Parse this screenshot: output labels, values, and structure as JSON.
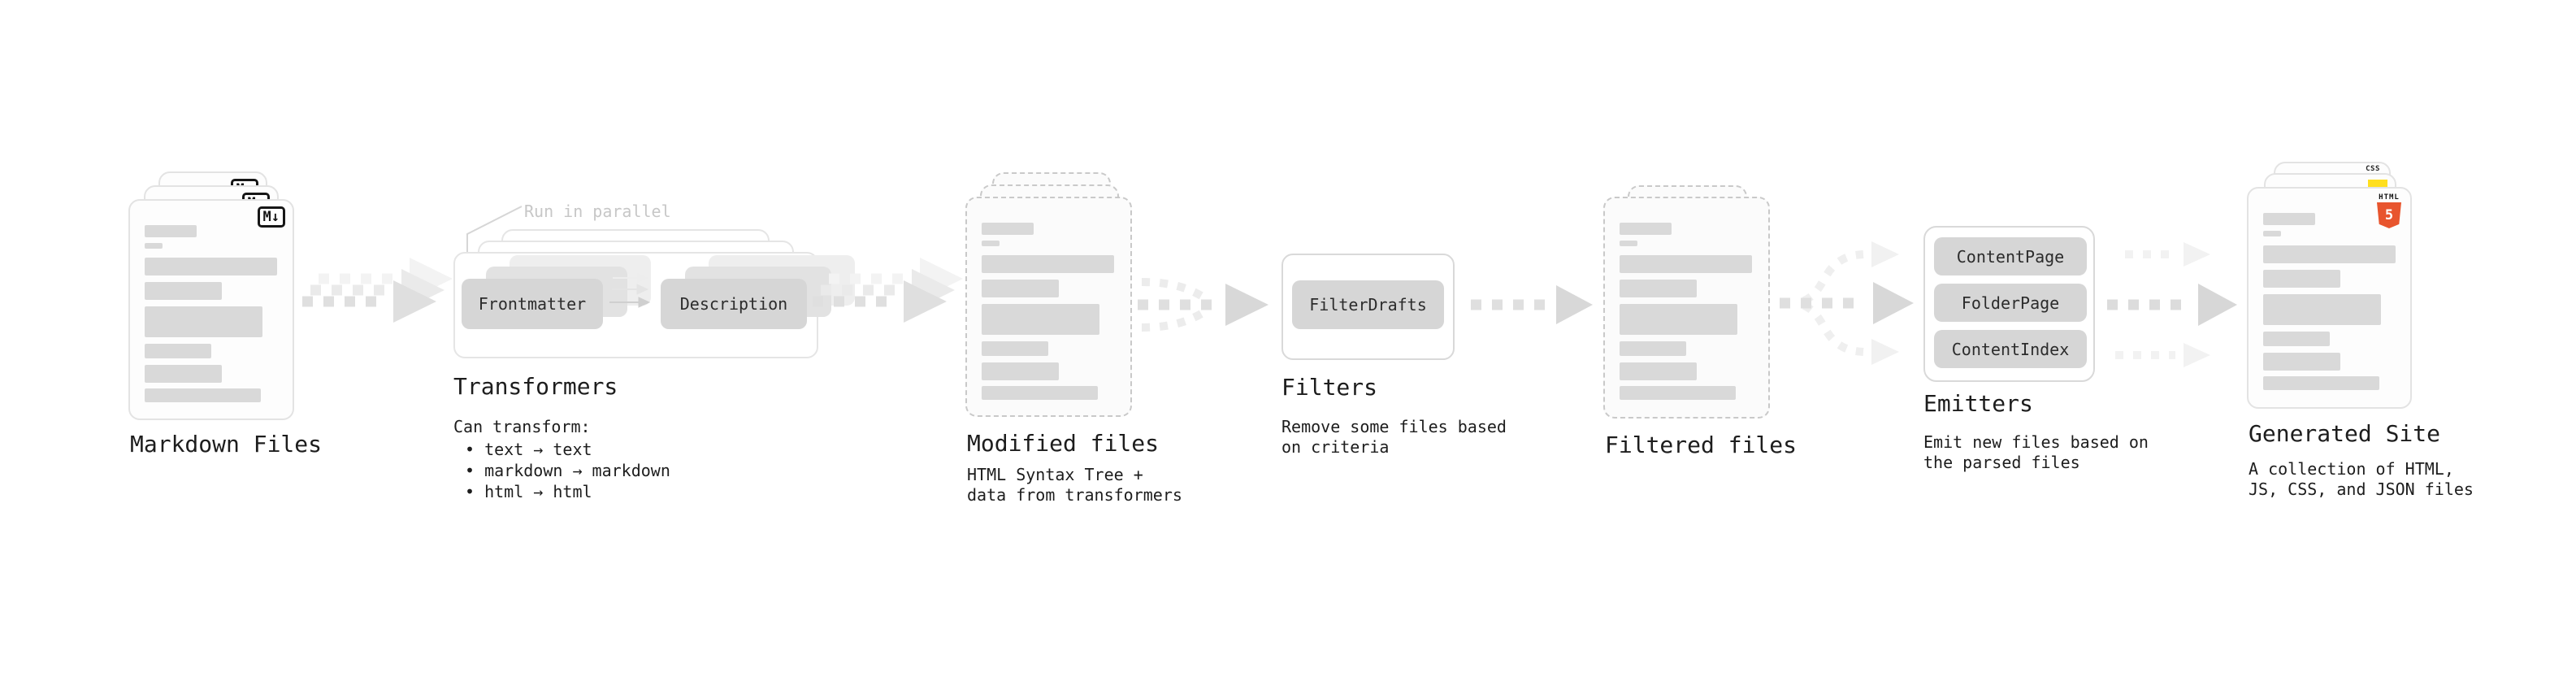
{
  "sections": {
    "markdown_files": {
      "title": "Markdown Files",
      "badge": "M↓"
    },
    "transformers": {
      "annotation": "Run in parallel",
      "chips": [
        "Frontmatter",
        "Description"
      ],
      "title": "Transformers",
      "caption": "Can transform:",
      "bullets": [
        "• text → text",
        "• markdown → markdown",
        "• html → html"
      ]
    },
    "modified_files": {
      "title": "Modified files",
      "caption_lines": [
        "HTML Syntax Tree +",
        "data from transformers"
      ]
    },
    "filters": {
      "chip": "FilterDrafts",
      "title": "Filters",
      "caption_lines": [
        "Remove some files based",
        "on criteria"
      ]
    },
    "filtered_files": {
      "title": "Filtered files"
    },
    "emitters": {
      "chips": [
        "ContentPage",
        "FolderPage",
        "ContentIndex"
      ],
      "title": "Emitters",
      "caption_lines": [
        "Emit new files based on",
        "the parsed files"
      ]
    },
    "generated_site": {
      "title": "Generated Site",
      "caption_lines": [
        "A collection of HTML,",
        "JS, CSS, and JSON files"
      ],
      "css_badge": "CSS",
      "html_badge_word": "HTML",
      "html_badge_number": "5"
    }
  },
  "colors": {
    "accent_css_blue": "#2a66f4",
    "accent_js_yellow": "#ffdf1e",
    "accent_html_orange": "#e8552e",
    "skeleton_gray": "#d9d9d9",
    "arrow_gray": "#dfdfdf"
  }
}
